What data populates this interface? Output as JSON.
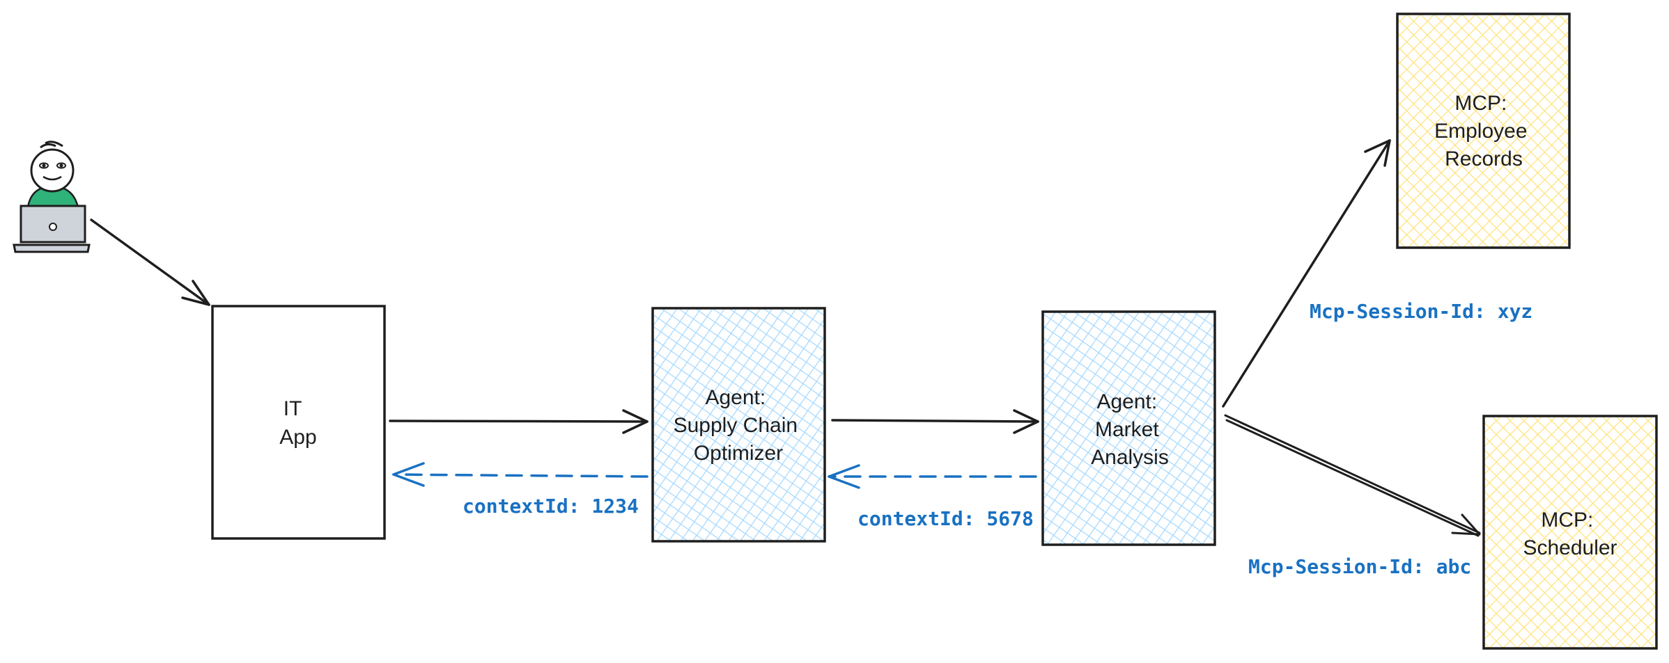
{
  "nodes": {
    "it_app": {
      "lines": [
        "IT",
        "App"
      ]
    },
    "supply_chain": {
      "lines": [
        "Agent:",
        "Supply Chain",
        "Optimizer"
      ]
    },
    "market_analysis": {
      "lines": [
        "Agent:",
        "Market",
        "Analysis"
      ]
    },
    "employee_records": {
      "lines": [
        "MCP:",
        "Employee",
        "Records"
      ]
    },
    "scheduler": {
      "lines": [
        "MCP:",
        "Scheduler"
      ]
    }
  },
  "edge_labels": {
    "context_1": "contextId: 1234",
    "context_2": "contextId: 5678",
    "session_xyz": "Mcp-Session-Id: xyz",
    "session_abc": "Mcp-Session-Id: abc"
  },
  "colors": {
    "stroke": "#1e1e1e",
    "agent_fill": "#a5d8ff",
    "mcp_fill": "#ffec99",
    "return_arrow": "#1971c2",
    "user_shirt": "#2fb37a",
    "laptop": "#ced4da"
  },
  "icons": {
    "user": "user-at-laptop-icon"
  }
}
